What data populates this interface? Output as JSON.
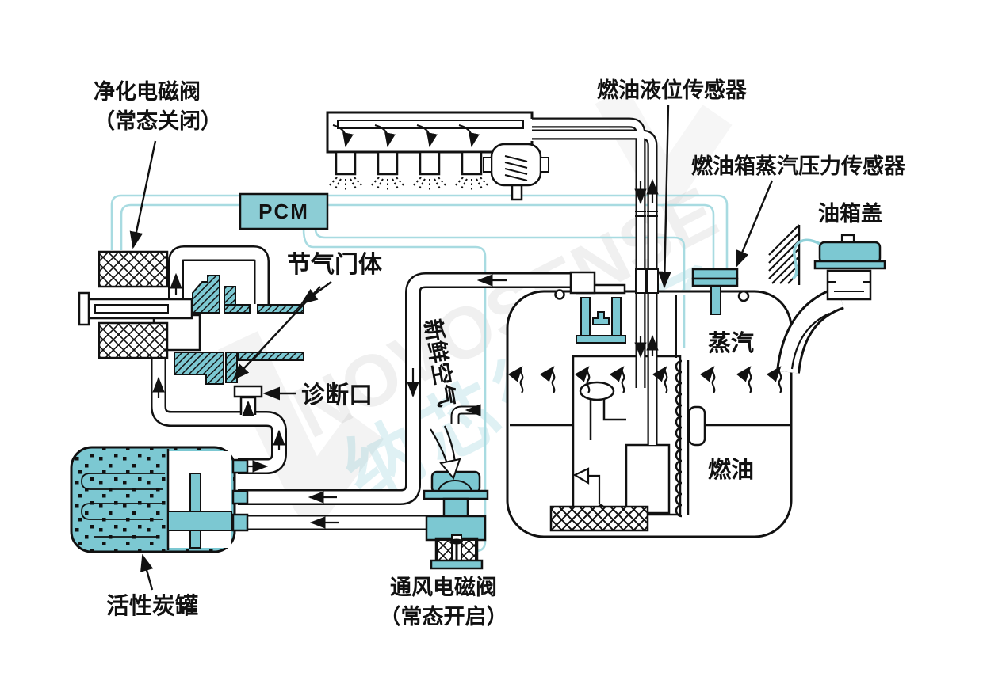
{
  "diagram": {
    "components": {
      "purge_valve": {
        "label": "净化电磁阀",
        "state": "（常态关闭）"
      },
      "pcm": {
        "label": "PCM"
      },
      "throttle_body": {
        "label": "节气门体"
      },
      "diagnostic_port": {
        "label": "诊断口"
      },
      "canister": {
        "label": "活性炭罐"
      },
      "vent_valve": {
        "label": "通风电磁阀",
        "state": "（常态开启）"
      },
      "fresh_air": {
        "label": "新鲜空气"
      },
      "fuel_level_sensor": {
        "label": "燃油液位传感器"
      },
      "tank_pressure_sensor": {
        "label": "燃油箱蒸汽压力传感器"
      },
      "fuel_cap": {
        "label": "油箱盖"
      },
      "vapor": {
        "label": "蒸汽"
      },
      "fuel": {
        "label": "燃油"
      }
    },
    "watermark": {
      "brand": "NOVOSENSE",
      "brand_cn": "纳芯微电子"
    },
    "colors": {
      "component_fill": "#7CC8D2",
      "wire": "#A8DBE1",
      "line": "#111111",
      "background": "#FFFFFF"
    }
  }
}
